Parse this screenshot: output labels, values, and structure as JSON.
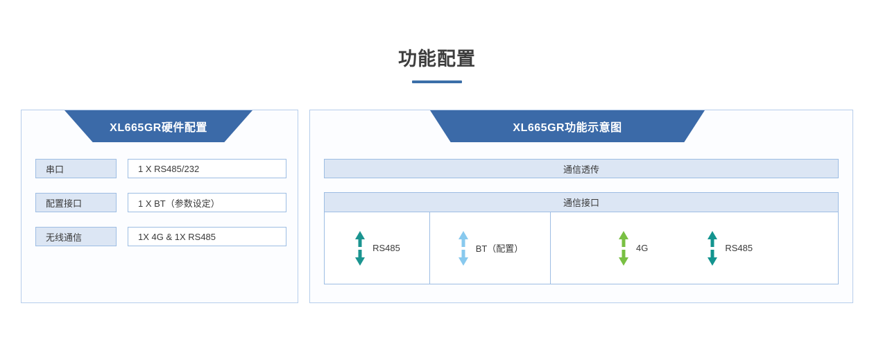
{
  "page": {
    "title": "功能配置",
    "accent_color": "#3c6fa8",
    "banner_color": "#3b6aa8"
  },
  "left_panel": {
    "banner_title": "XL665GR硬件配置",
    "rows": [
      {
        "label": "串口",
        "value": "1 X RS485/232"
      },
      {
        "label": "配置接口",
        "value": "1 X BT（参数设定）"
      },
      {
        "label": "无线通信",
        "value": "1X 4G & 1X RS485"
      }
    ]
  },
  "right_panel": {
    "banner_title": "XL665GR功能示意图",
    "passthrough_bar": "通信透传",
    "port_header": "通信接口",
    "cells": [
      {
        "id": "cell-0",
        "arrows": [
          {
            "label": "RS485",
            "color": "#1b9490",
            "icon": "double-arrow-vertical-icon"
          }
        ]
      },
      {
        "id": "cell-1",
        "arrows": [
          {
            "label": "BT（配置）",
            "color": "#88c9ee",
            "icon": "double-arrow-vertical-icon"
          }
        ]
      },
      {
        "id": "cell-2",
        "arrows": [
          {
            "label": "4G",
            "color": "#79c043",
            "icon": "double-arrow-vertical-icon"
          },
          {
            "label": "RS485",
            "color": "#13948f",
            "icon": "double-arrow-vertical-icon"
          }
        ]
      }
    ]
  }
}
